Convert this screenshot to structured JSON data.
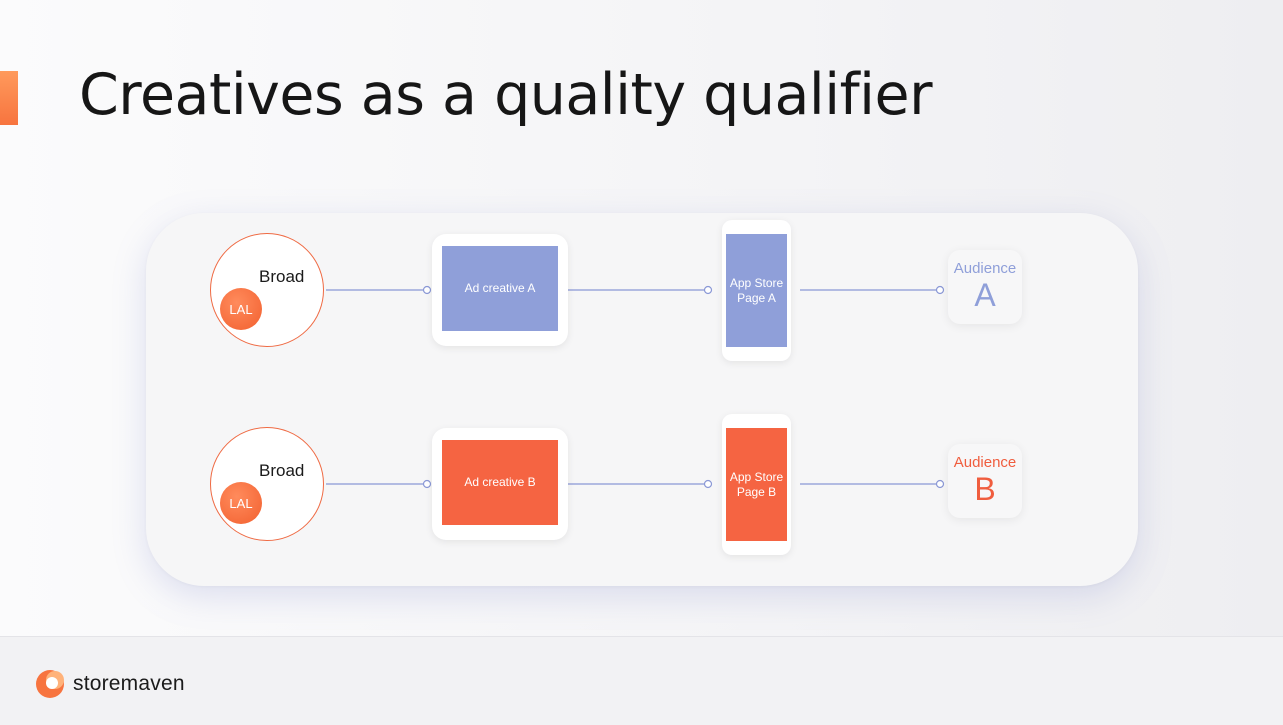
{
  "title": "Creatives as a quality qualifier",
  "rows": [
    {
      "source": {
        "label": "Broad",
        "badge": "LAL"
      },
      "creative": {
        "label": "Ad creative A",
        "color": "#8f9fd9"
      },
      "store_page": {
        "label": "App Store Page A",
        "color": "#8f9fd9"
      },
      "audience": {
        "label": "Audience",
        "letter": "A",
        "color": "#8f9fd9"
      }
    },
    {
      "source": {
        "label": "Broad",
        "badge": "LAL"
      },
      "creative": {
        "label": "Ad creative B",
        "color": "#f56442"
      },
      "store_page": {
        "label": "App Store Page B",
        "color": "#f56442"
      },
      "audience": {
        "label": "Audience",
        "letter": "B",
        "color": "#f05d3e"
      }
    }
  ],
  "footer": {
    "brand": "storemaven"
  },
  "colors": {
    "accent": "#f7743f",
    "blue": "#8f9fd9",
    "orange": "#f56442",
    "connector": "#8a98d6"
  }
}
